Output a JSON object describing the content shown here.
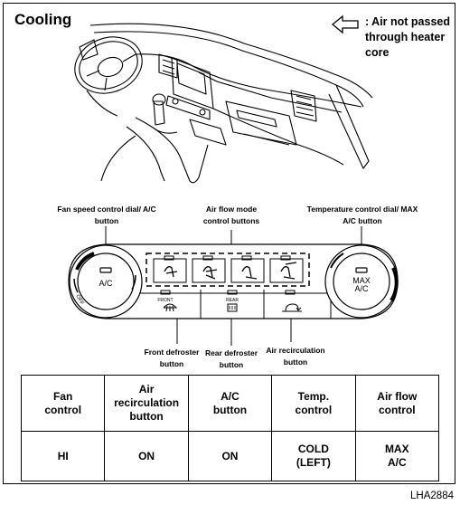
{
  "title": "Cooling",
  "legend": {
    "icon": "hollow-left-arrow-icon",
    "lines": [
      ": Air not passed",
      "through heater",
      "core"
    ]
  },
  "callouts": {
    "fan_dial": [
      "Fan speed control dial/ A/C",
      "button"
    ],
    "air_flow": [
      "Air flow mode",
      "control buttons"
    ],
    "temp_dial": [
      "Temperature control dial/ MAX",
      "A/C button"
    ],
    "front_defroster": [
      "Front defroster",
      "button"
    ],
    "rear_defroster": [
      "Rear defroster",
      "button"
    ],
    "recirculation": [
      "Air recirculation",
      "button"
    ]
  },
  "panel": {
    "left_dial_label": "A/C",
    "left_dial_scale": "OFF",
    "right_dial_label_1": "MAX",
    "right_dial_label_2": "A/C",
    "front_tag": "FRONT",
    "rear_tag": "REAR"
  },
  "table": {
    "headers": [
      [
        "Fan",
        "control"
      ],
      [
        "Air",
        "recirculation",
        "button"
      ],
      [
        "A/C",
        "button"
      ],
      [
        "Temp.",
        "control"
      ],
      [
        "Air flow",
        "control"
      ]
    ],
    "values": [
      [
        "HI"
      ],
      [
        "ON"
      ],
      [
        "ON"
      ],
      [
        "COLD",
        "(LEFT)"
      ],
      [
        "MAX",
        "A/C"
      ]
    ]
  },
  "figure_code": "LHA2884"
}
